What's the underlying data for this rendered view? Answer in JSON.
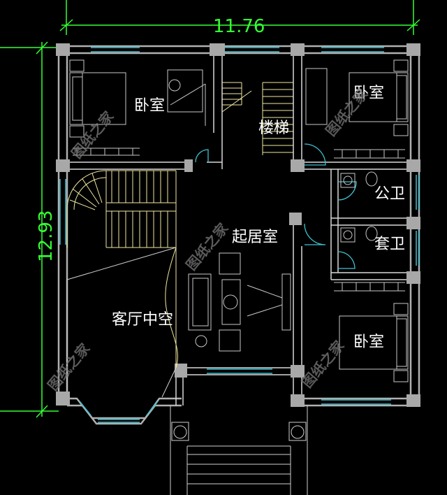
{
  "dimensions": {
    "width": "11.76",
    "height": "12.93"
  },
  "rooms": {
    "bedroom_nw": "卧室",
    "stair": "楼梯",
    "bedroom_ne": "卧室",
    "public_bath": "公卫",
    "suite_bath": "套卫",
    "living": "起居室",
    "void": "客厅中空",
    "bedroom_se": "卧室"
  },
  "watermark": "图纸之家",
  "colors": {
    "wall": "#b0b0b0",
    "line": "#d8d8d8",
    "window": "#40c0d0",
    "stair": "#f0e8a0",
    "dimension": "#33ff33",
    "background": "#000000"
  }
}
